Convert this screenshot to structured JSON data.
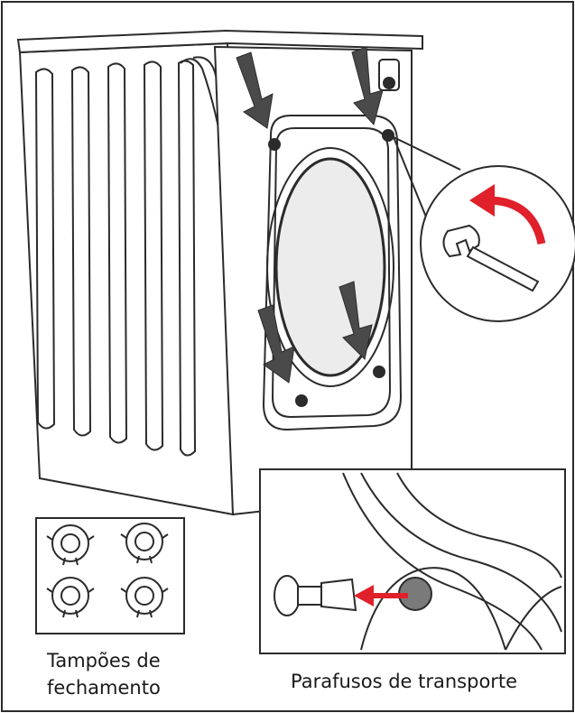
{
  "captions": {
    "caps_line1": "Tampões de",
    "caps_line2": "fechamento",
    "bolts": "Parafusos de transporte"
  },
  "colors": {
    "outline": "#2b2b2b",
    "arrow_gray": "#4a4a4a",
    "accent_red": "#e0202a",
    "window_fill": "#ececec",
    "background": "#ffffff"
  },
  "icons": [
    "wrench-icon",
    "rotate-arrow-icon",
    "bolt-arrow-icon"
  ]
}
